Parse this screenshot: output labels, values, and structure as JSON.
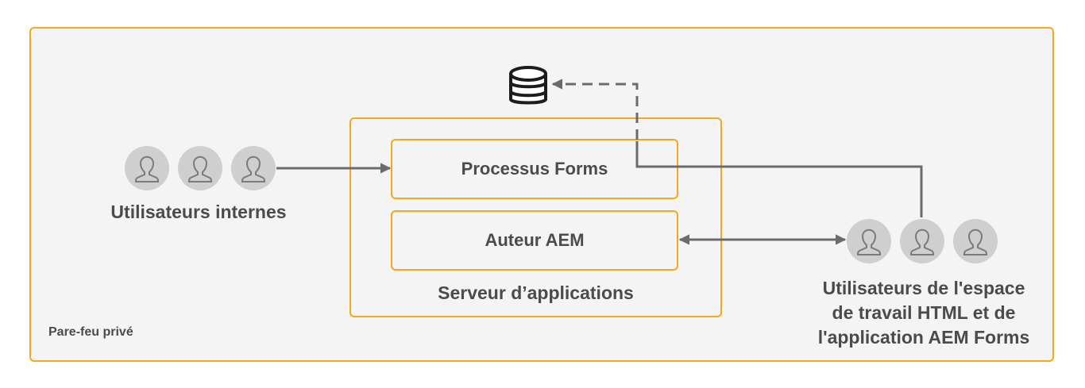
{
  "diagram": {
    "firewall_label": "Pare-feu privé",
    "app_server_label": "Serveur d’applications",
    "forms_process_label": "Processus Forms",
    "aem_author_label": "Auteur AEM",
    "internal_users_label": "Utilisateurs internes",
    "workspace_users_label_lines": [
      "Utilisateurs de l'espace",
      "de travail HTML et de",
      "l'application AEM Forms"
    ],
    "icons": [
      "database-icon",
      "user-icon"
    ],
    "colors": {
      "box_border": "#f5a81f",
      "background": "#f4f4f4",
      "text": "#4b4b4b",
      "connector": "#6b6b6b",
      "avatar": "#cfcfcf"
    }
  }
}
